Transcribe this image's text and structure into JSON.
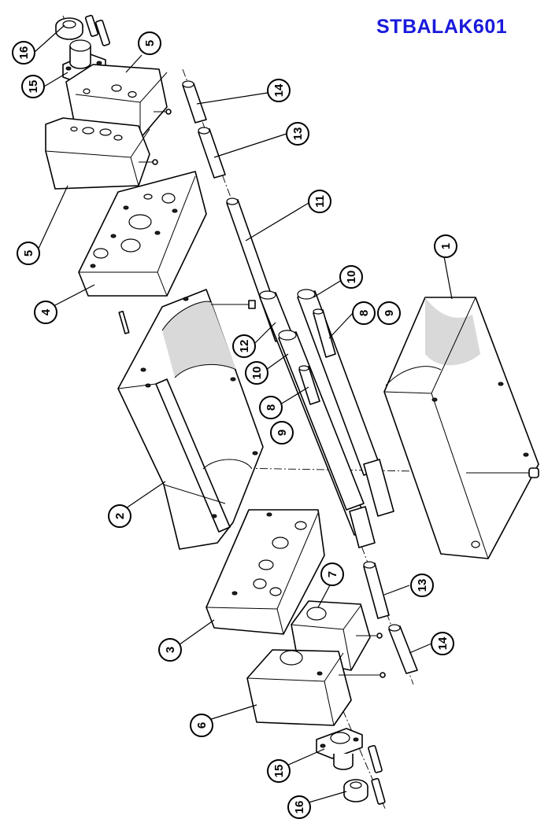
{
  "title": "STBALAK601",
  "colors": {
    "title": "#1a1adc",
    "line": "#000000",
    "background": "#ffffff"
  },
  "callouts": [
    {
      "id": "c16a",
      "label": "16"
    },
    {
      "id": "c15a",
      "label": "15"
    },
    {
      "id": "c5a",
      "label": "5"
    },
    {
      "id": "c14a",
      "label": "14"
    },
    {
      "id": "c13a",
      "label": "13"
    },
    {
      "id": "c5b",
      "label": "5"
    },
    {
      "id": "c11",
      "label": "11"
    },
    {
      "id": "c1",
      "label": "1"
    },
    {
      "id": "c4",
      "label": "4"
    },
    {
      "id": "c10a",
      "label": "10"
    },
    {
      "id": "c8a",
      "label": "8"
    },
    {
      "id": "c9a",
      "label": "9"
    },
    {
      "id": "c12",
      "label": "12"
    },
    {
      "id": "c10b",
      "label": "10"
    },
    {
      "id": "c8b",
      "label": "8"
    },
    {
      "id": "c9b",
      "label": "9"
    },
    {
      "id": "c2",
      "label": "2"
    },
    {
      "id": "c7",
      "label": "7"
    },
    {
      "id": "c13b",
      "label": "13"
    },
    {
      "id": "c3",
      "label": "3"
    },
    {
      "id": "c14b",
      "label": "14"
    },
    {
      "id": "c6",
      "label": "6"
    },
    {
      "id": "c15b",
      "label": "15"
    },
    {
      "id": "c16b",
      "label": "16"
    }
  ]
}
